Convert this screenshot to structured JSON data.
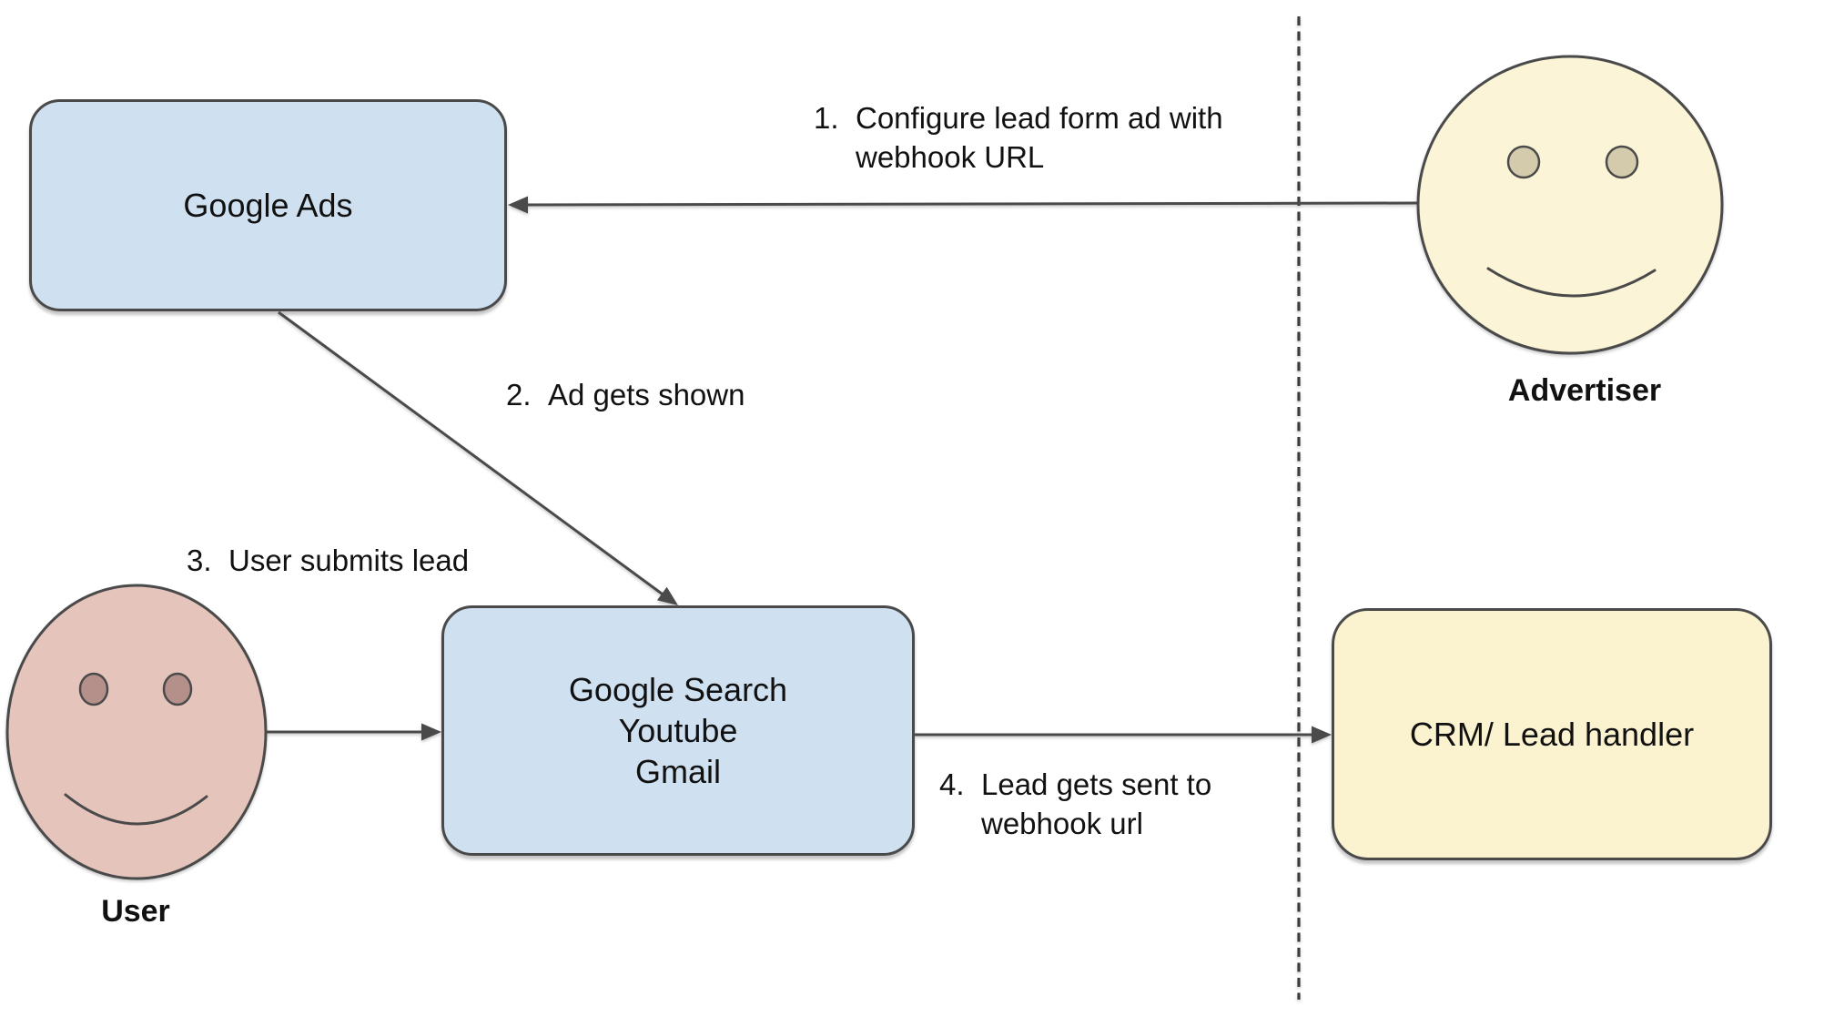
{
  "diagram": {
    "nodes": {
      "google_ads": {
        "label": "Google Ads"
      },
      "google_properties": {
        "label_lines": [
          "Google Search",
          "Youtube",
          "Gmail"
        ]
      },
      "crm": {
        "label": "CRM/ Lead handler"
      }
    },
    "actors": {
      "advertiser": {
        "label": "Advertiser"
      },
      "user": {
        "label": "User"
      }
    },
    "annotations": {
      "step1": {
        "number": "1.",
        "line1": "Configure lead form ad with",
        "line2": "webhook URL"
      },
      "step2": {
        "number": "2.",
        "text": "Ad gets shown"
      },
      "step3": {
        "number": "3.",
        "text": "User submits lead"
      },
      "step4": {
        "number": "4.",
        "line1": "Lead gets sent to",
        "line2": "webhook url"
      }
    },
    "colors": {
      "node_fill_blue": "#cfe1f1",
      "node_fill_cream": "#fbf2cf",
      "face_fill_cream": "#fbf4d6",
      "face_fill_pink": "#e5c4bb",
      "eye_fill_pink": "#b5908a",
      "eye_fill_tan": "#d4cbad",
      "stroke": "#4a4a4a",
      "text": "#111111"
    }
  }
}
